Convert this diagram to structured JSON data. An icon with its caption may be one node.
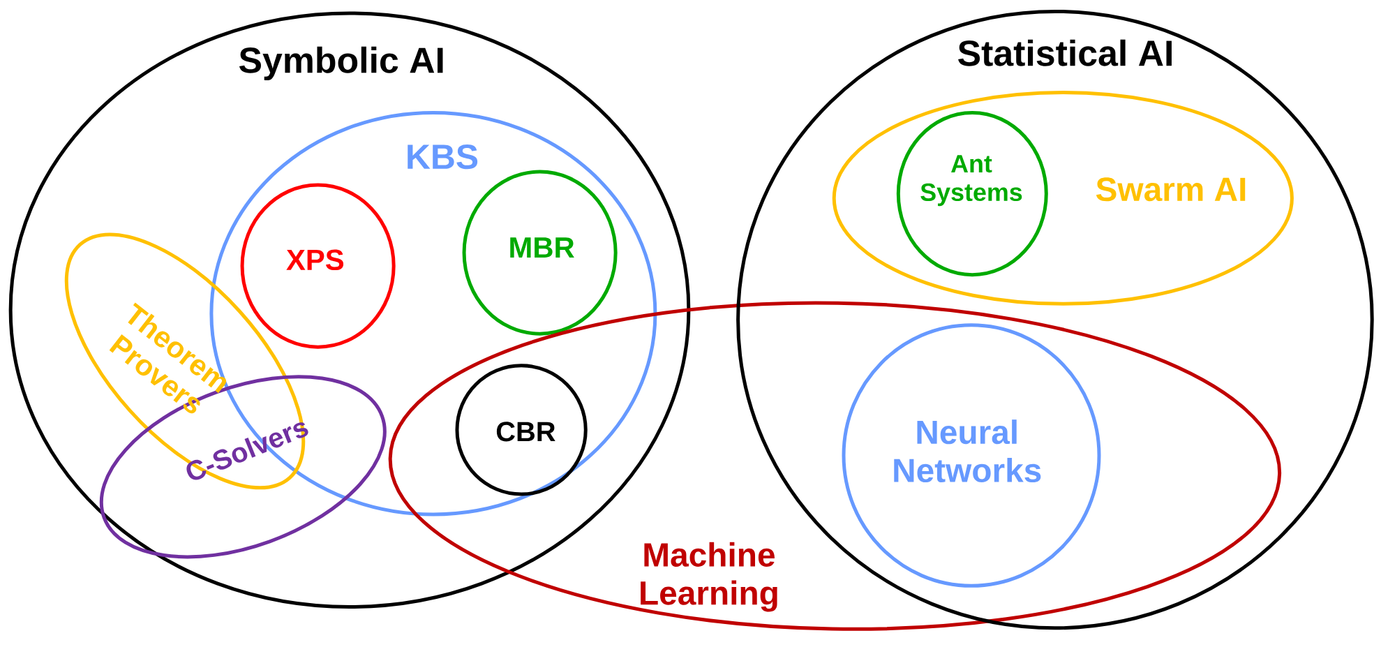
{
  "diagram": {
    "nodes": [
      {
        "text": [
          "Symbolic AI"
        ]
      },
      {
        "text": [
          "KBS"
        ],
        "in": 0
      },
      {
        "text": [
          "XPS"
        ],
        "in": 1
      },
      {
        "text": [
          "MBR"
        ],
        "in": 1
      },
      {
        "text": [
          "Theorem Provers"
        ],
        "in": 0
      },
      {
        "text": [
          "C-Solvers"
        ],
        "in": 0
      },
      {
        "text": [
          "CBR"
        ]
      },
      {
        "text": [
          "Machine Learning"
        ]
      },
      {
        "text": [
          "Statistical AI"
        ]
      },
      {
        "text": [
          "Swarm AI"
        ],
        "in": 8
      },
      {
        "text": [
          "Ant Systems"
        ],
        "in": 9
      },
      {
        "text": [
          "Neural Networks"
        ]
      }
    ]
  }
}
